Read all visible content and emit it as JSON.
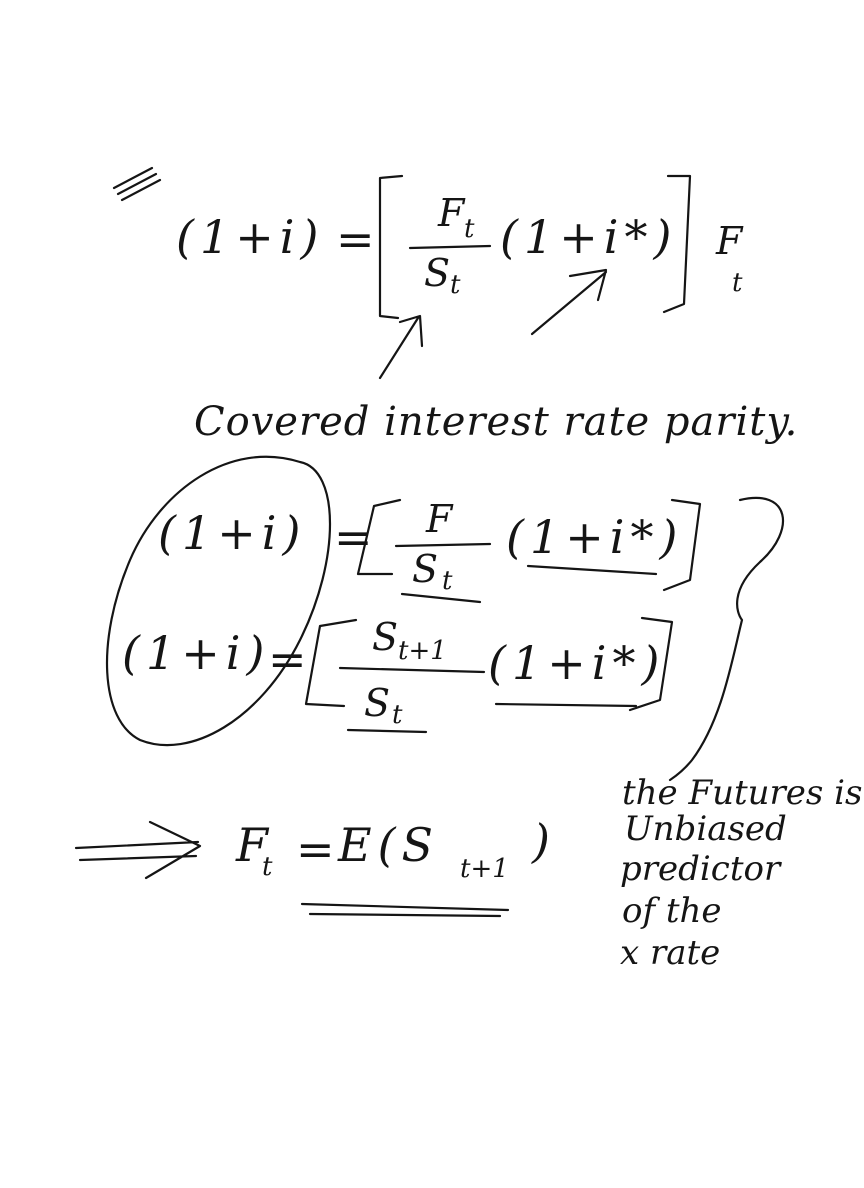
{
  "equations": {
    "eq1": {
      "lhs": "(1+i)",
      "equals": "=",
      "numerator": "F",
      "numerator_sub": "t",
      "denominator": "S",
      "denominator_sub": "t",
      "factor": "(1+i*)",
      "side_note": "F",
      "side_note_sub": "t"
    },
    "eq2": {
      "lhs": "(1+i)",
      "equals": "=",
      "numerator": "F",
      "denominator": "S",
      "denominator_sub": "t",
      "factor": "(1+i*)"
    },
    "eq3": {
      "lhs": "(1+i)",
      "equals": "=",
      "numerator": "S",
      "numerator_sub": "t+1",
      "denominator": "S",
      "denominator_sub": "t",
      "factor": "(1+i*)"
    },
    "eq4": {
      "lhs": "F",
      "lhs_sub": "t",
      "equals": "=",
      "expectation": "E(S",
      "expectation_sub": "t+1",
      "close": ")"
    }
  },
  "labels": {
    "covered": "Covered interest rate parity."
  },
  "notes": {
    "line1": "the Futures is",
    "line2": "Unbiased",
    "line3": "predictor",
    "line4": "of the",
    "line5": "x rate"
  }
}
